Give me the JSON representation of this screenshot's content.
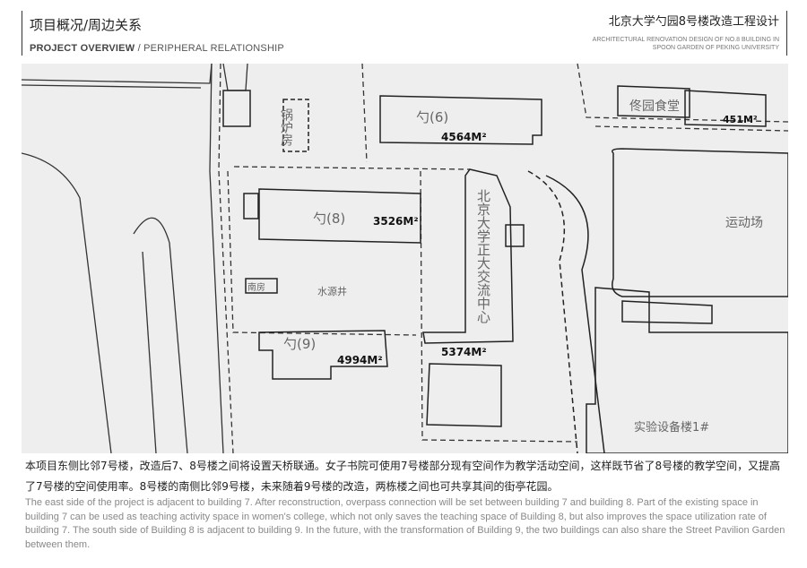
{
  "header": {
    "title_cn": "项目概况/周边关系",
    "title_en_bold": "PROJECT OVERVIEW",
    "title_en_rest": " / PERIPHERAL RELATIONSHIP",
    "project_cn": "北京大学勺园8号楼改造工程设计",
    "project_en_line1": "ARCHITECTURAL RENOVATION DESIGN OF NO.8 BUILDING IN",
    "project_en_line2": "SPOON GARDEN OF PEKING UNIVERSITY"
  },
  "plan": {
    "buildings": {
      "b6": {
        "name": "勺(6)",
        "area": "4564M²"
      },
      "b8": {
        "name": "勺(8)",
        "area": "3526M²"
      },
      "b9": {
        "name": "勺(9)",
        "area": "4994M²"
      },
      "center": {
        "name": "北京大学正大交流中心",
        "area": "5374M²"
      },
      "canteen": {
        "name": "佟园食堂",
        "area": "451M²"
      },
      "boiler": {
        "name": "锅炉房"
      },
      "sports": {
        "name": "运动场"
      },
      "lab": {
        "name": "实验设备楼1#"
      },
      "well": {
        "name": "水源井"
      },
      "hut": {
        "name": "南房"
      }
    }
  },
  "caption": {
    "cn": "本项目东侧比邻7号楼，改造后7、8号楼之间将设置天桥联通。女子书院可使用7号楼部分现有空间作为教学活动空间，这样既节省了8号楼的教学空间，又提高了7号楼的空间使用率。8号楼的南侧比邻9号楼，未来随着9号楼的改造，两栋楼之间也可共享其间的街亭花园。",
    "en": "The east side of the project is adjacent to building 7. After reconstruction, overpass connection will be set between building 7 and building 8. Part of the existing space in building 7 can be used as teaching activity space in women's college, which not only saves the teaching space of Building 8, but also improves the space utilization rate of building 7. The south side of Building 8 is adjacent to building 9. In the future, with the transformation of Building 9, the two buildings can also share the Street Pavilion Garden between them."
  }
}
